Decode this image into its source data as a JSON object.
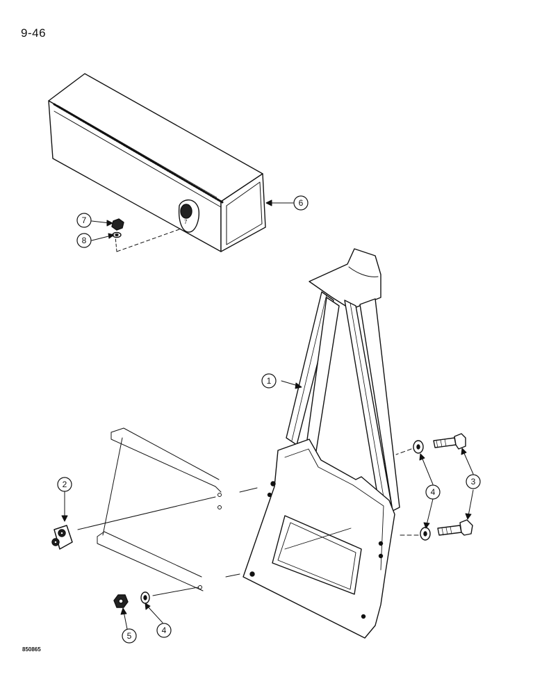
{
  "page_number": "9-46",
  "figure_code": "850865",
  "callouts": [
    {
      "id": "callout-1",
      "label": "1"
    },
    {
      "id": "callout-2",
      "label": "2"
    },
    {
      "id": "callout-3",
      "label": "3"
    },
    {
      "id": "callout-4-upper",
      "label": "4"
    },
    {
      "id": "callout-4-lower",
      "label": "4"
    },
    {
      "id": "callout-5",
      "label": "5"
    },
    {
      "id": "callout-6",
      "label": "6"
    },
    {
      "id": "callout-7",
      "label": "7"
    },
    {
      "id": "callout-8",
      "label": "8"
    }
  ]
}
